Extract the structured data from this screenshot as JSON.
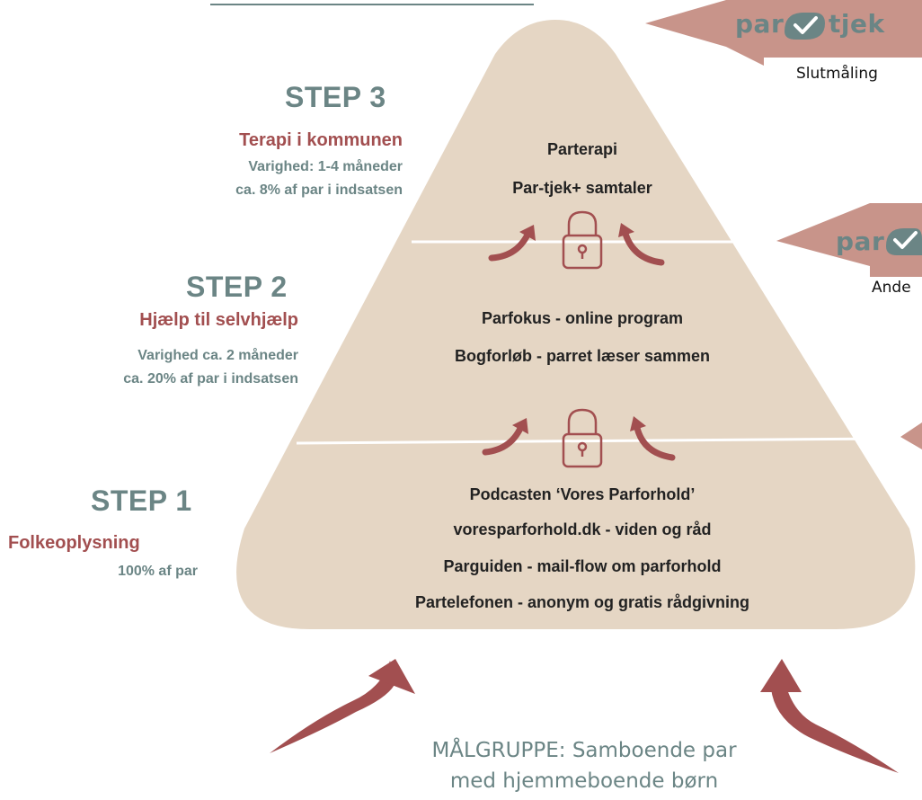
{
  "colors": {
    "pyramid": "#e5d6c4",
    "arrow": "#a24f50",
    "flag": "#c8948a",
    "teal": "#6b8585",
    "accent": "#a24f50"
  },
  "steps": [
    {
      "title": "STEP 3",
      "subtitle": "Terapi i kommunen",
      "lines": [
        "Varighed: 1-4 måneder",
        "ca. 8% af par i indsatsen"
      ]
    },
    {
      "title": "STEP 2",
      "subtitle": "Hjælp til selvhjælp",
      "lines": [
        "Varighed ca. 2 måneder",
        "ca. 20% af par i indsatsen"
      ]
    },
    {
      "title": "STEP 1",
      "subtitle": "Folkeoplysning",
      "lines": [
        "100% af par"
      ]
    }
  ],
  "pyramid": {
    "top": [
      "Parterapi",
      "Par-tjek+  samtaler"
    ],
    "middle": [
      "Parfokus - online program",
      "Bogforløb - parret læser sammen"
    ],
    "bottom": [
      "Podcasten ‘Vores Parforhold’",
      "voresparforhold.dk - viden og råd",
      "Parguiden - mail-flow om parforhold",
      "Partelefonen - anonym og gratis rådgivning"
    ]
  },
  "flags": [
    {
      "logo_left": "par",
      "logo_right": "tjek",
      "label": "Slutmåling"
    },
    {
      "logo_left": "par",
      "label": "Ande"
    }
  ],
  "target_group": [
    "MÅLGRUPPE: Samboende par",
    "med hjemmeboende børn"
  ]
}
